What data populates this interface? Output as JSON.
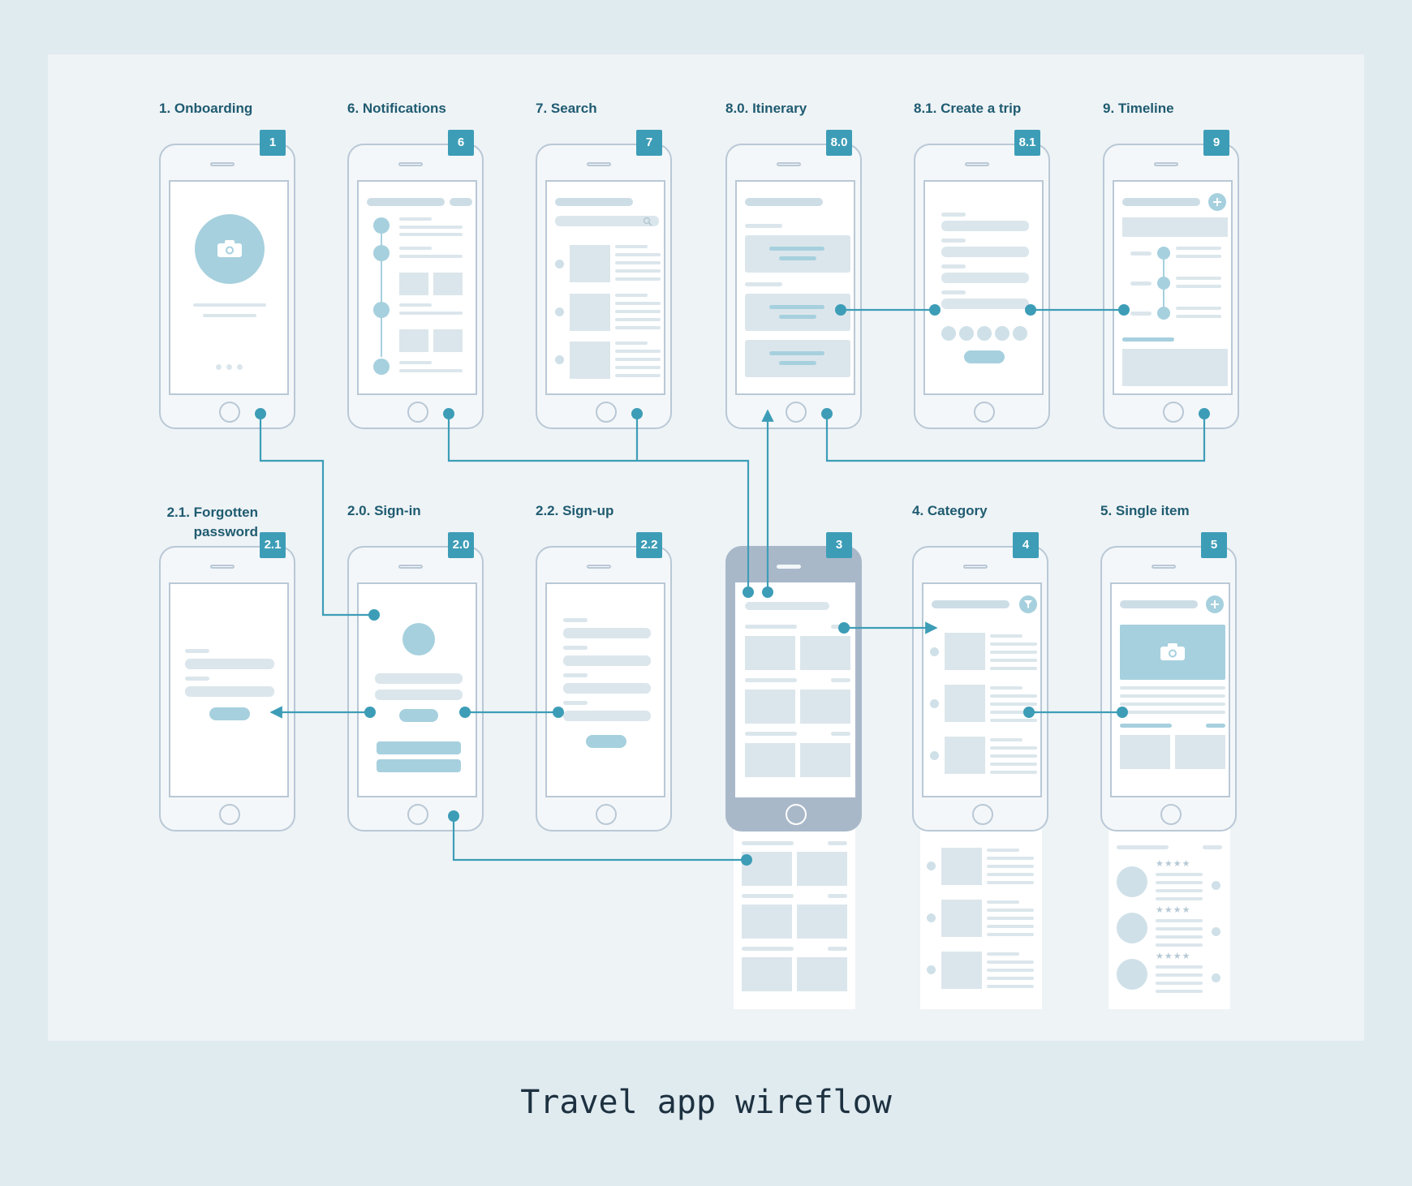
{
  "screens": [
    {
      "id": "onboarding",
      "title": "1. Onboarding",
      "badge": "1"
    },
    {
      "id": "notifications",
      "title": "6. Notifications",
      "badge": "6"
    },
    {
      "id": "search",
      "title": "7. Search",
      "badge": "7"
    },
    {
      "id": "itinerary",
      "title": "8.0. Itinerary",
      "badge": "8.0"
    },
    {
      "id": "create-trip",
      "title": "8.1. Create a trip",
      "badge": "8.1"
    },
    {
      "id": "timeline",
      "title": "9. Timeline",
      "badge": "9"
    },
    {
      "id": "forgotten-password",
      "title": "2.1. Forgotten password",
      "badge": "2.1"
    },
    {
      "id": "sign-in",
      "title": "2.0. Sign-in",
      "badge": "2.0"
    },
    {
      "id": "sign-up",
      "title": "2.2. Sign-up",
      "badge": "2.2"
    },
    {
      "id": "home",
      "title": "",
      "badge": "3"
    },
    {
      "id": "category",
      "title": "4. Category",
      "badge": "4"
    },
    {
      "id": "single-item",
      "title": "5. Single item",
      "badge": "5"
    }
  ],
  "caption": "Travel app wireflow",
  "colors": {
    "accent": "#3d9db7",
    "connector": "#3d9db7",
    "wireframe": "#b9c8d6",
    "placeholder": "#dbe6ec",
    "background": "#e0ebf0"
  },
  "icons": {
    "camera": "camera-icon",
    "search": "search-icon",
    "plus": "plus-icon",
    "filter": "filter-icon"
  }
}
